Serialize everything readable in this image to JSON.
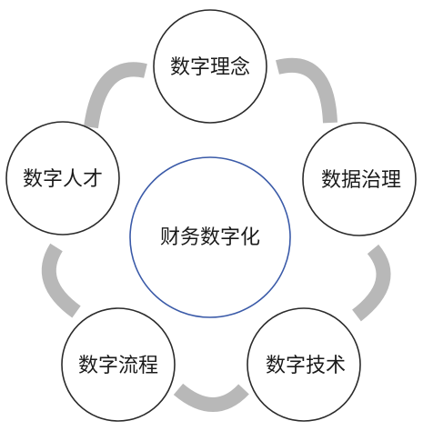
{
  "diagram": {
    "center": {
      "label": "财务数字化",
      "border_color": "#3a5aa8"
    },
    "nodes": [
      {
        "id": "top",
        "label": "数字理念"
      },
      {
        "id": "right",
        "label": "数据治理"
      },
      {
        "id": "bottom-right",
        "label": "数字技术"
      },
      {
        "id": "bottom-left",
        "label": "数字流程"
      },
      {
        "id": "left",
        "label": "数字人才"
      }
    ],
    "colors": {
      "node_border": "#2b2b2b",
      "arc_fill": "#b8b8b8",
      "text": "#1a1a1a"
    }
  }
}
